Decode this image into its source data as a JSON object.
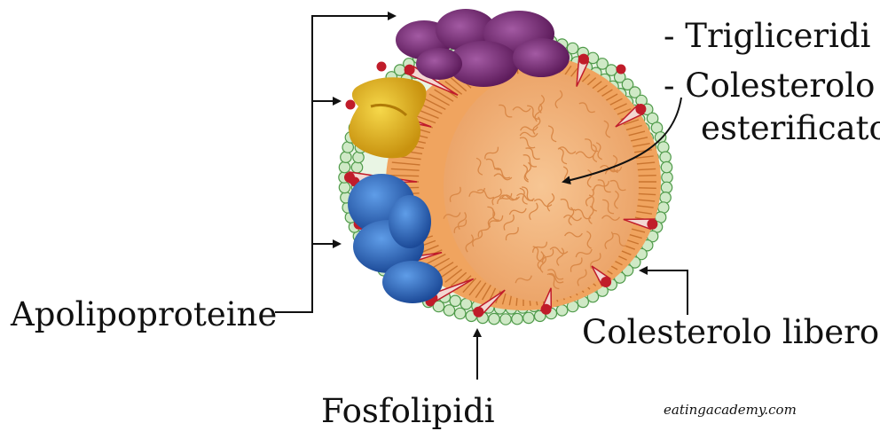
{
  "labels": {
    "trigliceridi": "- Trigliceridi",
    "colesterolo": "- Colesterolo",
    "esterificato": "esterificato",
    "apolipoproteine": "Apolipoproteine",
    "colesterolo_libero": "Colesterolo libero",
    "fosfolipidi": "Fosfolipidi",
    "credit": "eatingacademy.com"
  },
  "colors": {
    "shell_bead": "#cfe9c6",
    "shell_bead_outline": "#4f9a4a",
    "core": "#f3b57a",
    "lipid_tails": "#e8924b",
    "cholesterol": "#c01c2a",
    "apo_purple": "#7b2a7a",
    "apo_yellow": "#e2b61d",
    "apo_blue": "#2f63b8",
    "text": "#111111"
  }
}
